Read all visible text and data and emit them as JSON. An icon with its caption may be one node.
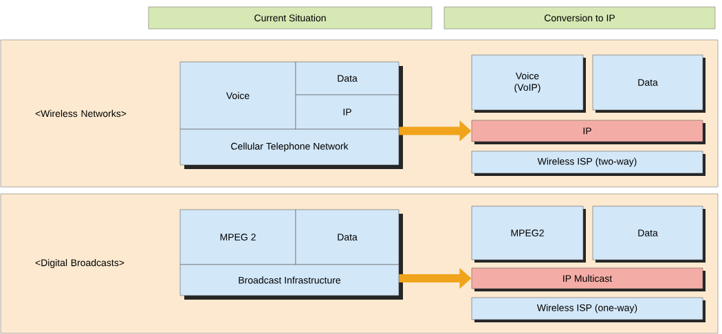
{
  "diagram": {
    "nodes": [
      {
        "text": [
          "Current Situation"
        ]
      },
      {
        "text": [
          "Conversion to IP"
        ]
      },
      {
        "text": [
          "<Wireless Networks>"
        ]
      },
      {
        "text": [
          "Voice"
        ],
        "in": 2
      },
      {
        "text": [
          "Data"
        ],
        "in": 2
      },
      {
        "text": [
          "IP"
        ],
        "in": 2
      },
      {
        "text": [
          "Cellular Telephone Network"
        ],
        "in": 2
      },
      {
        "text": [
          "Voice (VoIP)"
        ],
        "in": 2
      },
      {
        "text": [
          "Data"
        ],
        "in": 2
      },
      {
        "text": [
          "IP"
        ],
        "in": 2
      },
      {
        "text": [
          "Wireless ISP (two-way)"
        ],
        "in": 2
      },
      {
        "text": [
          "<Digital Broadcasts>"
        ]
      },
      {
        "text": [
          "MPEG 2"
        ],
        "in": 11
      },
      {
        "text": [
          "Data"
        ],
        "in": 11
      },
      {
        "text": [
          "Broadcast Infrastructure"
        ],
        "in": 11
      },
      {
        "text": [
          "MPEG2"
        ],
        "in": 11
      },
      {
        "text": [
          "Data"
        ],
        "in": 11
      },
      {
        "text": [
          "IP Multicast"
        ],
        "in": 11
      },
      {
        "text": [
          "Wireless ISP (one-way)"
        ],
        "in": 11
      }
    ],
    "edges": [
      {
        "from": 5,
        "to": 9,
        "arrow": "to"
      },
      {
        "from": 14,
        "to": 17,
        "arrow": "to"
      }
    ]
  }
}
